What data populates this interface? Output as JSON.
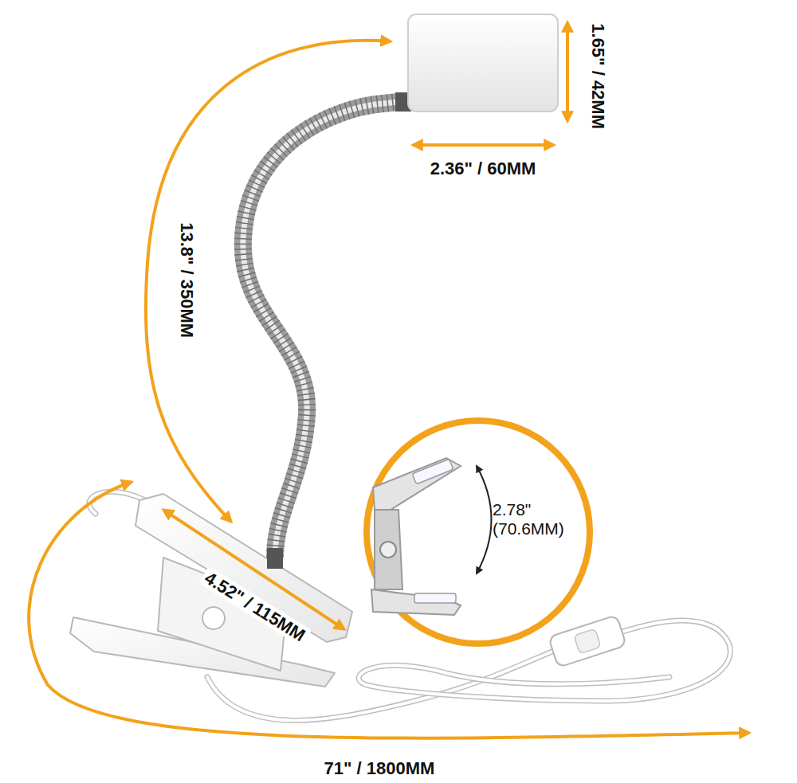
{
  "diagram": {
    "labels": [
      "1.65\" / 42MM",
      "2.36\" / 60MM",
      "13.8\" / 350MM",
      "4.52\" / 115MM",
      "2.78\" (70.6MM)",
      "71\" / 1800MM"
    ]
  }
}
